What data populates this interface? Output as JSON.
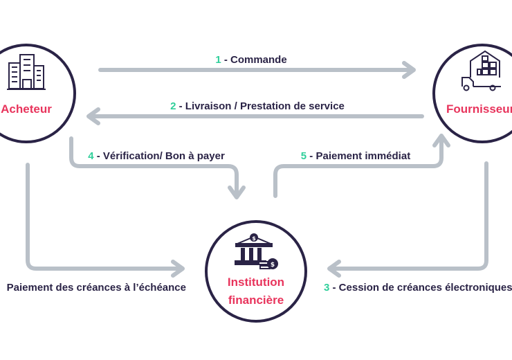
{
  "nodes": {
    "buyer": {
      "label": "Acheteur"
    },
    "supplier": {
      "label": "Fournisseur"
    },
    "bank": {
      "label_line1": "Institution",
      "label_line2": "financière"
    }
  },
  "flows": [
    {
      "number": "1",
      "text": " - Commande"
    },
    {
      "number": "2",
      "text": " - Livraison / Prestation de service"
    },
    {
      "number": "3",
      "text": " - Cession de créances électroniques"
    },
    {
      "number": "4",
      "text": " - Vérification/ Bon à payer"
    },
    {
      "number": "5",
      "text": " - Paiement immédiat"
    },
    {
      "number": "",
      "text": "Paiement des créances à l’échéance"
    }
  ],
  "colors": {
    "circle_stroke": "#2a2346",
    "node_text": "#e8345c",
    "step_number": "#2fcf9a",
    "arrow": "#b9c0c8",
    "icon": "#2a2346"
  },
  "icons": {
    "buyer": "buildings-icon",
    "supplier": "delivery-truck-icon",
    "bank": "bank-coins-icon"
  }
}
